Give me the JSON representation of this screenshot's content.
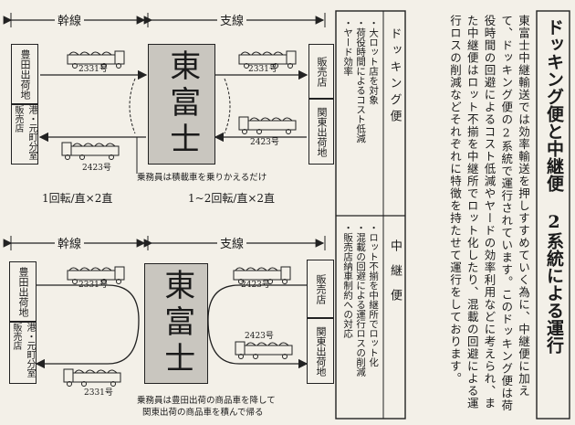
{
  "title": "ドッキング便と中継便 2系統による運行",
  "body_text": "東富士中継輸送では効率輸送を押しすすめていく為に、中継便に加えて、ドッキング便の2系統で運行されています。このドッキング便は荷役時間の回避によるコスト低減やヤードの効率利用などに考えられ、また中継便はロット不揃を中継所でロット化したり、混載の回避による運行ロスの削減などそれぞれに特徴を持たせて運行をしております。",
  "table": {
    "docking_header": "ドッキング便",
    "docking_items": [
      "・大ロット店を対象",
      "・荷役時間によるコスト低減",
      "・ヤード効率"
    ],
    "relay_header": "中継便",
    "relay_items": [
      "・ロット不揃を中継所でロット化",
      "・混載の回避による運行ロスの削減",
      "・販売店納車制約への対応"
    ]
  },
  "diagram_top": {
    "trunk_label": "幹線",
    "branch_label": "支線",
    "hub": "東富士",
    "left_box_1": "豊田出荷地",
    "left_box_2": "港・元町分室販売店",
    "right_box_1": "販売店",
    "right_box_2": "関東出荷地",
    "truck_labels": [
      "2331号",
      "2331号",
      "2423号",
      "2423号"
    ],
    "note": "乗務員は積載車を乗りかえるだけ",
    "left_rotation": "1回転/直×2直",
    "right_rotation": "1~2回転/直×2直"
  },
  "diagram_bottom": {
    "trunk_label": "幹線",
    "branch_label": "支線",
    "hub": "東富士",
    "left_box_1": "豊田出荷地",
    "left_box_2": "港・元町分室販売店",
    "right_box_1": "販売店",
    "right_box_2": "関東出荷地",
    "truck_labels": [
      "2331号",
      "2423号",
      "2423号",
      "2331号"
    ],
    "note_line_1": "乗務員は豊田出荷の商品車を降して",
    "note_line_2": "関東出荷の商品車を積んで帰る"
  }
}
